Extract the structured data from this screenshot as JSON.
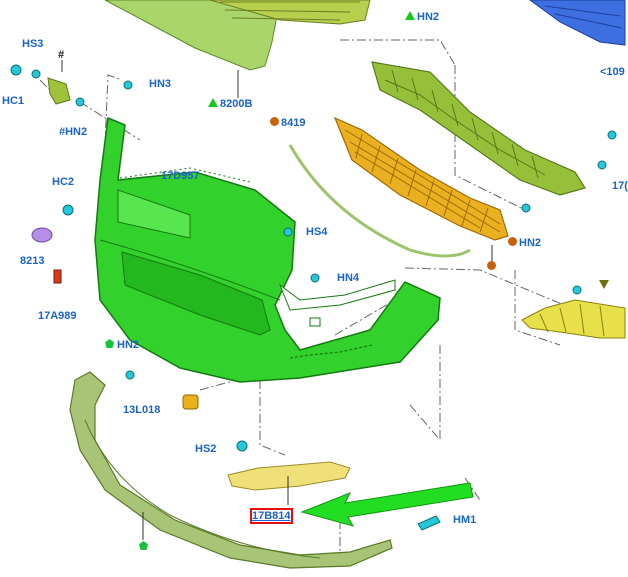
{
  "colors": {
    "label_blue": "#1a63c8",
    "bumper_green": "#2fd42a",
    "grille_yellow": "#e8b21a",
    "bracket_olive": "#9ec33a",
    "lip_sage": "#a9c97a",
    "clip_cyan": "#22c7d8",
    "arrow_green": "#22dd22",
    "highlight_red": "#e01010"
  },
  "labels": {
    "hs3": "HS3",
    "hash_top": "#",
    "hc1": "HC1",
    "hn3": "HN3",
    "hash_hn2": "#HN2",
    "hn2_top": "HN2",
    "p8200b": "8200B",
    "p8419": "8419",
    "p109": "<109",
    "p17_right": "17(",
    "hc2": "HC2",
    "p17d957": "17D957",
    "p8213": "8213",
    "hs4": "HS4",
    "hn4": "HN4",
    "hn2_mid": "HN2",
    "p17a989": "17A989",
    "hn2_left": "HN2",
    "p13l018": "13L018",
    "hs2": "HS2",
    "p17b814": "17B814",
    "hm1": "HM1"
  },
  "icons": {
    "bolt": "bolt-icon",
    "clip": "clip-icon",
    "pointer_arrow": "pointer-arrow-icon"
  }
}
